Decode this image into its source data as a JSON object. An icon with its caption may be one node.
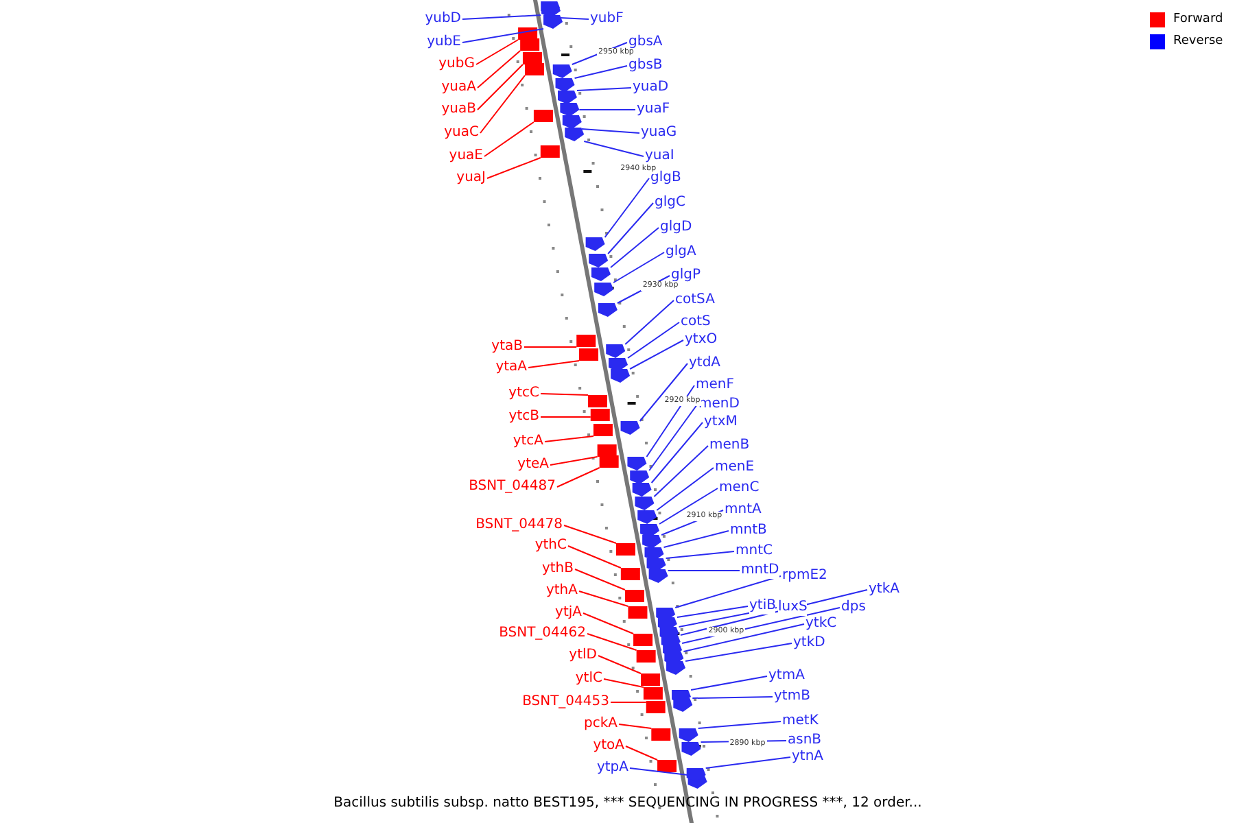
{
  "diagram": {
    "caption": "Bacillus subtilis subsp. natto BEST195, *** SEQUENCING IN PROGRESS ***, 12 order...",
    "nodes": [
      {
        "text": [
          "yubD"
        ]
      },
      {
        "text": [
          "yubE"
        ]
      },
      {
        "text": [
          "yubG"
        ]
      },
      {
        "text": [
          "yuaA"
        ]
      },
      {
        "text": [
          "yuaB"
        ]
      },
      {
        "text": [
          "yuaC"
        ]
      },
      {
        "text": [
          "yuaE"
        ]
      },
      {
        "text": [
          "yuaJ"
        ]
      },
      {
        "text": [
          "ytaB"
        ]
      },
      {
        "text": [
          "ytaA"
        ]
      },
      {
        "text": [
          "ytcC"
        ]
      },
      {
        "text": [
          "ytcB"
        ]
      },
      {
        "text": [
          "ytcA"
        ]
      },
      {
        "text": [
          "yteA"
        ]
      },
      {
        "text": [
          "BSNT_04487"
        ]
      },
      {
        "text": [
          "BSNT_04478"
        ]
      },
      {
        "text": [
          "ythC"
        ]
      },
      {
        "text": [
          "ythB"
        ]
      },
      {
        "text": [
          "ythA"
        ]
      },
      {
        "text": [
          "ytjA"
        ]
      },
      {
        "text": [
          "BSNT_04462"
        ]
      },
      {
        "text": [
          "ytlD"
        ]
      },
      {
        "text": [
          "ytlC"
        ]
      },
      {
        "text": [
          "BSNT_04453"
        ]
      },
      {
        "text": [
          "pckA"
        ]
      },
      {
        "text": [
          "ytoA"
        ]
      },
      {
        "text": [
          "ytpA"
        ]
      },
      {
        "text": [
          "yubF"
        ]
      },
      {
        "text": [
          "gbsA"
        ]
      },
      {
        "text": [
          "gbsB"
        ]
      },
      {
        "text": [
          "yuaD"
        ]
      },
      {
        "text": [
          "yuaF"
        ]
      },
      {
        "text": [
          "yuaG"
        ]
      },
      {
        "text": [
          "yuaI"
        ]
      },
      {
        "text": [
          "glgB"
        ]
      },
      {
        "text": [
          "glgC"
        ]
      },
      {
        "text": [
          "glgD"
        ]
      },
      {
        "text": [
          "glgA"
        ]
      },
      {
        "text": [
          "glgP"
        ]
      },
      {
        "text": [
          "cotSA"
        ]
      },
      {
        "text": [
          "cotS"
        ]
      },
      {
        "text": [
          "ytxO"
        ]
      },
      {
        "text": [
          "ytdA"
        ]
      },
      {
        "text": [
          "menF"
        ]
      },
      {
        "text": [
          "menD"
        ]
      },
      {
        "text": [
          "ytxM"
        ]
      },
      {
        "text": [
          "menB"
        ]
      },
      {
        "text": [
          "menE"
        ]
      },
      {
        "text": [
          "menC"
        ]
      },
      {
        "text": [
          "mntA"
        ]
      },
      {
        "text": [
          "mntB"
        ]
      },
      {
        "text": [
          "mntC"
        ]
      },
      {
        "text": [
          "mntD"
        ]
      },
      {
        "text": [
          "rpmE2"
        ]
      },
      {
        "text": [
          "ytiB"
        ]
      },
      {
        "text": [
          "luxS"
        ]
      },
      {
        "text": [
          "ytkA"
        ]
      },
      {
        "text": [
          "dps"
        ]
      },
      {
        "text": [
          "ytkC"
        ]
      },
      {
        "text": [
          "ytkD"
        ]
      },
      {
        "text": [
          "ytmA"
        ]
      },
      {
        "text": [
          "ytmB"
        ]
      },
      {
        "text": [
          "metK"
        ]
      },
      {
        "text": [
          "asnB"
        ]
      },
      {
        "text": [
          "ytnA"
        ]
      },
      {
        "text": [],
        "shape": "box"
      },
      {
        "text": [],
        "shape": "box"
      },
      {
        "text": [],
        "shape": "box"
      },
      {
        "text": [],
        "shape": "box"
      },
      {
        "text": [],
        "shape": "box"
      },
      {
        "text": [],
        "shape": "box"
      },
      {
        "text": [],
        "shape": "box"
      },
      {
        "text": [],
        "shape": "box"
      },
      {
        "text": [],
        "shape": "box"
      },
      {
        "text": [],
        "shape": "box"
      },
      {
        "text": [],
        "shape": "box"
      },
      {
        "text": [],
        "shape": "box"
      },
      {
        "text": [],
        "shape": "box"
      },
      {
        "text": [],
        "shape": "box"
      },
      {
        "text": [],
        "shape": "box"
      },
      {
        "text": [],
        "shape": "box"
      },
      {
        "text": [],
        "shape": "box"
      },
      {
        "text": [],
        "shape": "box"
      },
      {
        "text": [],
        "shape": "box"
      },
      {
        "text": [],
        "shape": "box"
      },
      {
        "text": [],
        "shape": "box"
      },
      {
        "text": [],
        "shape": "box"
      },
      {
        "text": [],
        "shape": "box"
      },
      {
        "text": [],
        "shape": "box"
      },
      {
        "text": [],
        "shape": "box"
      },
      {
        "text": [],
        "shape": "box"
      },
      {
        "text": [],
        "shape": "box"
      },
      {
        "text": [],
        "shape": "box"
      },
      {
        "text": [],
        "shape": "box"
      },
      {
        "text": [],
        "shape": "box"
      },
      {
        "text": [],
        "shape": "box"
      },
      {
        "text": [],
        "shape": "box"
      },
      {
        "text": [],
        "shape": "box"
      },
      {
        "text": [],
        "shape": "box"
      },
      {
        "text": [],
        "shape": "box"
      },
      {
        "text": [],
        "shape": "box"
      },
      {
        "text": [],
        "shape": "box"
      },
      {
        "text": [],
        "shape": "box"
      },
      {
        "text": [],
        "shape": "box"
      },
      {
        "text": [],
        "shape": "box"
      },
      {
        "text": [],
        "shape": "box"
      },
      {
        "text": [],
        "shape": "box"
      },
      {
        "text": [],
        "shape": "box"
      },
      {
        "text": [],
        "shape": "box"
      },
      {
        "text": [],
        "shape": "box"
      },
      {
        "text": [],
        "shape": "box"
      },
      {
        "text": [],
        "shape": "box"
      },
      {
        "text": [],
        "shape": "box"
      },
      {
        "text": [],
        "shape": "box"
      },
      {
        "text": [],
        "shape": "box"
      },
      {
        "text": [],
        "shape": "box"
      },
      {
        "text": [],
        "shape": "box"
      },
      {
        "text": [],
        "shape": "box"
      },
      {
        "text": [],
        "shape": "box"
      },
      {
        "text": [],
        "shape": "box"
      },
      {
        "text": [],
        "shape": "box"
      },
      {
        "text": [],
        "shape": "box"
      },
      {
        "text": [],
        "shape": "box"
      },
      {
        "text": [],
        "shape": "box"
      },
      {
        "text": [],
        "shape": "box"
      },
      {
        "text": [],
        "shape": "box"
      },
      {
        "text": [],
        "shape": "box"
      },
      {
        "text": [],
        "shape": "box"
      },
      {
        "text": [],
        "shape": "box"
      },
      {
        "text": [],
        "shape": "box"
      }
    ],
    "edges": [
      {
        "from": 0,
        "to": 65,
        "arrow": "none"
      },
      {
        "from": 1,
        "to": 66,
        "arrow": "none"
      },
      {
        "from": 2,
        "to": 67,
        "arrow": "none",
        "color": "#ff0000"
      },
      {
        "from": 3,
        "to": 68,
        "arrow": "none",
        "color": "#ff0000"
      },
      {
        "from": 4,
        "to": 69,
        "arrow": "none",
        "color": "#ff0000"
      },
      {
        "from": 5,
        "to": 70,
        "arrow": "none",
        "color": "#ff0000"
      },
      {
        "from": 6,
        "to": 71,
        "arrow": "none",
        "color": "#ff0000"
      },
      {
        "from": 7,
        "to": 72,
        "arrow": "none",
        "color": "#ff0000"
      },
      {
        "from": 8,
        "to": 73,
        "arrow": "none",
        "color": "#ff0000"
      },
      {
        "from": 9,
        "to": 74,
        "arrow": "none",
        "color": "#ff0000"
      },
      {
        "from": 10,
        "to": 75,
        "arrow": "none",
        "color": "#ff0000"
      },
      {
        "from": 11,
        "to": 76,
        "arrow": "none",
        "color": "#ff0000"
      },
      {
        "from": 12,
        "to": 77,
        "arrow": "none",
        "color": "#ff0000"
      },
      {
        "from": 13,
        "to": 78,
        "arrow": "none",
        "color": "#ff0000"
      },
      {
        "from": 14,
        "to": 79,
        "arrow": "none",
        "color": "#ff0000"
      },
      {
        "from": 15,
        "to": 80,
        "arrow": "none",
        "color": "#ff0000"
      },
      {
        "from": 16,
        "to": 81,
        "arrow": "none",
        "color": "#ff0000"
      },
      {
        "from": 17,
        "to": 82,
        "arrow": "none",
        "color": "#ff0000"
      },
      {
        "from": 18,
        "to": 83,
        "arrow": "none",
        "color": "#ff0000"
      },
      {
        "from": 19,
        "to": 84,
        "arrow": "none",
        "color": "#ff0000"
      },
      {
        "from": 20,
        "to": 85,
        "arrow": "none",
        "color": "#ff0000"
      },
      {
        "from": 21,
        "to": 86,
        "arrow": "none",
        "color": "#ff0000"
      },
      {
        "from": 22,
        "to": 87,
        "arrow": "none",
        "color": "#ff0000"
      },
      {
        "from": 23,
        "to": 88,
        "arrow": "none",
        "color": "#ff0000"
      },
      {
        "from": 24,
        "to": 89,
        "arrow": "none",
        "color": "#ff0000"
      },
      {
        "from": 25,
        "to": 90,
        "arrow": "none",
        "color": "#ff0000"
      },
      {
        "from": 26,
        "to": 91,
        "arrow": "none"
      },
      {
        "from": 27,
        "to": 92,
        "arrow": "none"
      },
      {
        "from": 28,
        "to": 93,
        "arrow": "none"
      },
      {
        "from": 29,
        "to": 94,
        "arrow": "none"
      },
      {
        "from": 30,
        "to": 95,
        "arrow": "none"
      },
      {
        "from": 31,
        "to": 96,
        "arrow": "none"
      },
      {
        "from": 32,
        "to": 97,
        "arrow": "none"
      },
      {
        "from": 33,
        "to": 98,
        "arrow": "none"
      },
      {
        "from": 34,
        "to": 99,
        "arrow": "none"
      },
      {
        "from": 35,
        "to": 100,
        "arrow": "none"
      },
      {
        "from": 36,
        "to": 101,
        "arrow": "none"
      },
      {
        "from": 37,
        "to": 102,
        "arrow": "none"
      },
      {
        "from": 38,
        "to": 103,
        "arrow": "none"
      },
      {
        "from": 39,
        "to": 104,
        "arrow": "none"
      },
      {
        "from": 40,
        "to": 105,
        "arrow": "none"
      },
      {
        "from": 41,
        "to": 106,
        "arrow": "none"
      },
      {
        "from": 42,
        "to": 107,
        "arrow": "none"
      },
      {
        "from": 43,
        "to": 108,
        "arrow": "none"
      },
      {
        "from": 44,
        "to": 109,
        "arrow": "none"
      },
      {
        "from": 45,
        "to": 110,
        "arrow": "none"
      },
      {
        "from": 46,
        "to": 111,
        "arrow": "none"
      },
      {
        "from": 47,
        "to": 112,
        "arrow": "none"
      },
      {
        "from": 48,
        "to": 113,
        "arrow": "none"
      },
      {
        "from": 49,
        "to": 114,
        "arrow": "none"
      },
      {
        "from": 50,
        "to": 115,
        "arrow": "none"
      },
      {
        "from": 51,
        "to": 116,
        "arrow": "none"
      },
      {
        "from": 52,
        "to": 117,
        "arrow": "none"
      },
      {
        "from": 53,
        "to": 118,
        "arrow": "none"
      },
      {
        "from": 54,
        "to": 119,
        "arrow": "none"
      },
      {
        "from": 55,
        "to": 120,
        "arrow": "none"
      },
      {
        "from": 56,
        "to": 121,
        "arrow": "none"
      },
      {
        "from": 57,
        "to": 122,
        "arrow": "none"
      },
      {
        "from": 58,
        "to": 123,
        "arrow": "none"
      },
      {
        "from": 59,
        "to": 124,
        "arrow": "none"
      },
      {
        "from": 60,
        "to": 125,
        "arrow": "none"
      },
      {
        "from": 61,
        "to": 126,
        "arrow": "none"
      },
      {
        "from": 62,
        "to": 127,
        "arrow": "none"
      },
      {
        "from": 63,
        "to": 128,
        "arrow": "none"
      },
      {
        "from": 64,
        "to": 129,
        "arrow": "none"
      }
    ],
    "labels": [
      "2950 kbp",
      "2940 kbp",
      "2930 kbp",
      "2920 kbp",
      "2910 kbp",
      "2900 kbp",
      "2890 kbp"
    ],
    "legend": [
      {
        "text": "Forward",
        "color": "#ff0000"
      },
      {
        "text": "Reverse",
        "color": "#0000ff"
      }
    ]
  }
}
